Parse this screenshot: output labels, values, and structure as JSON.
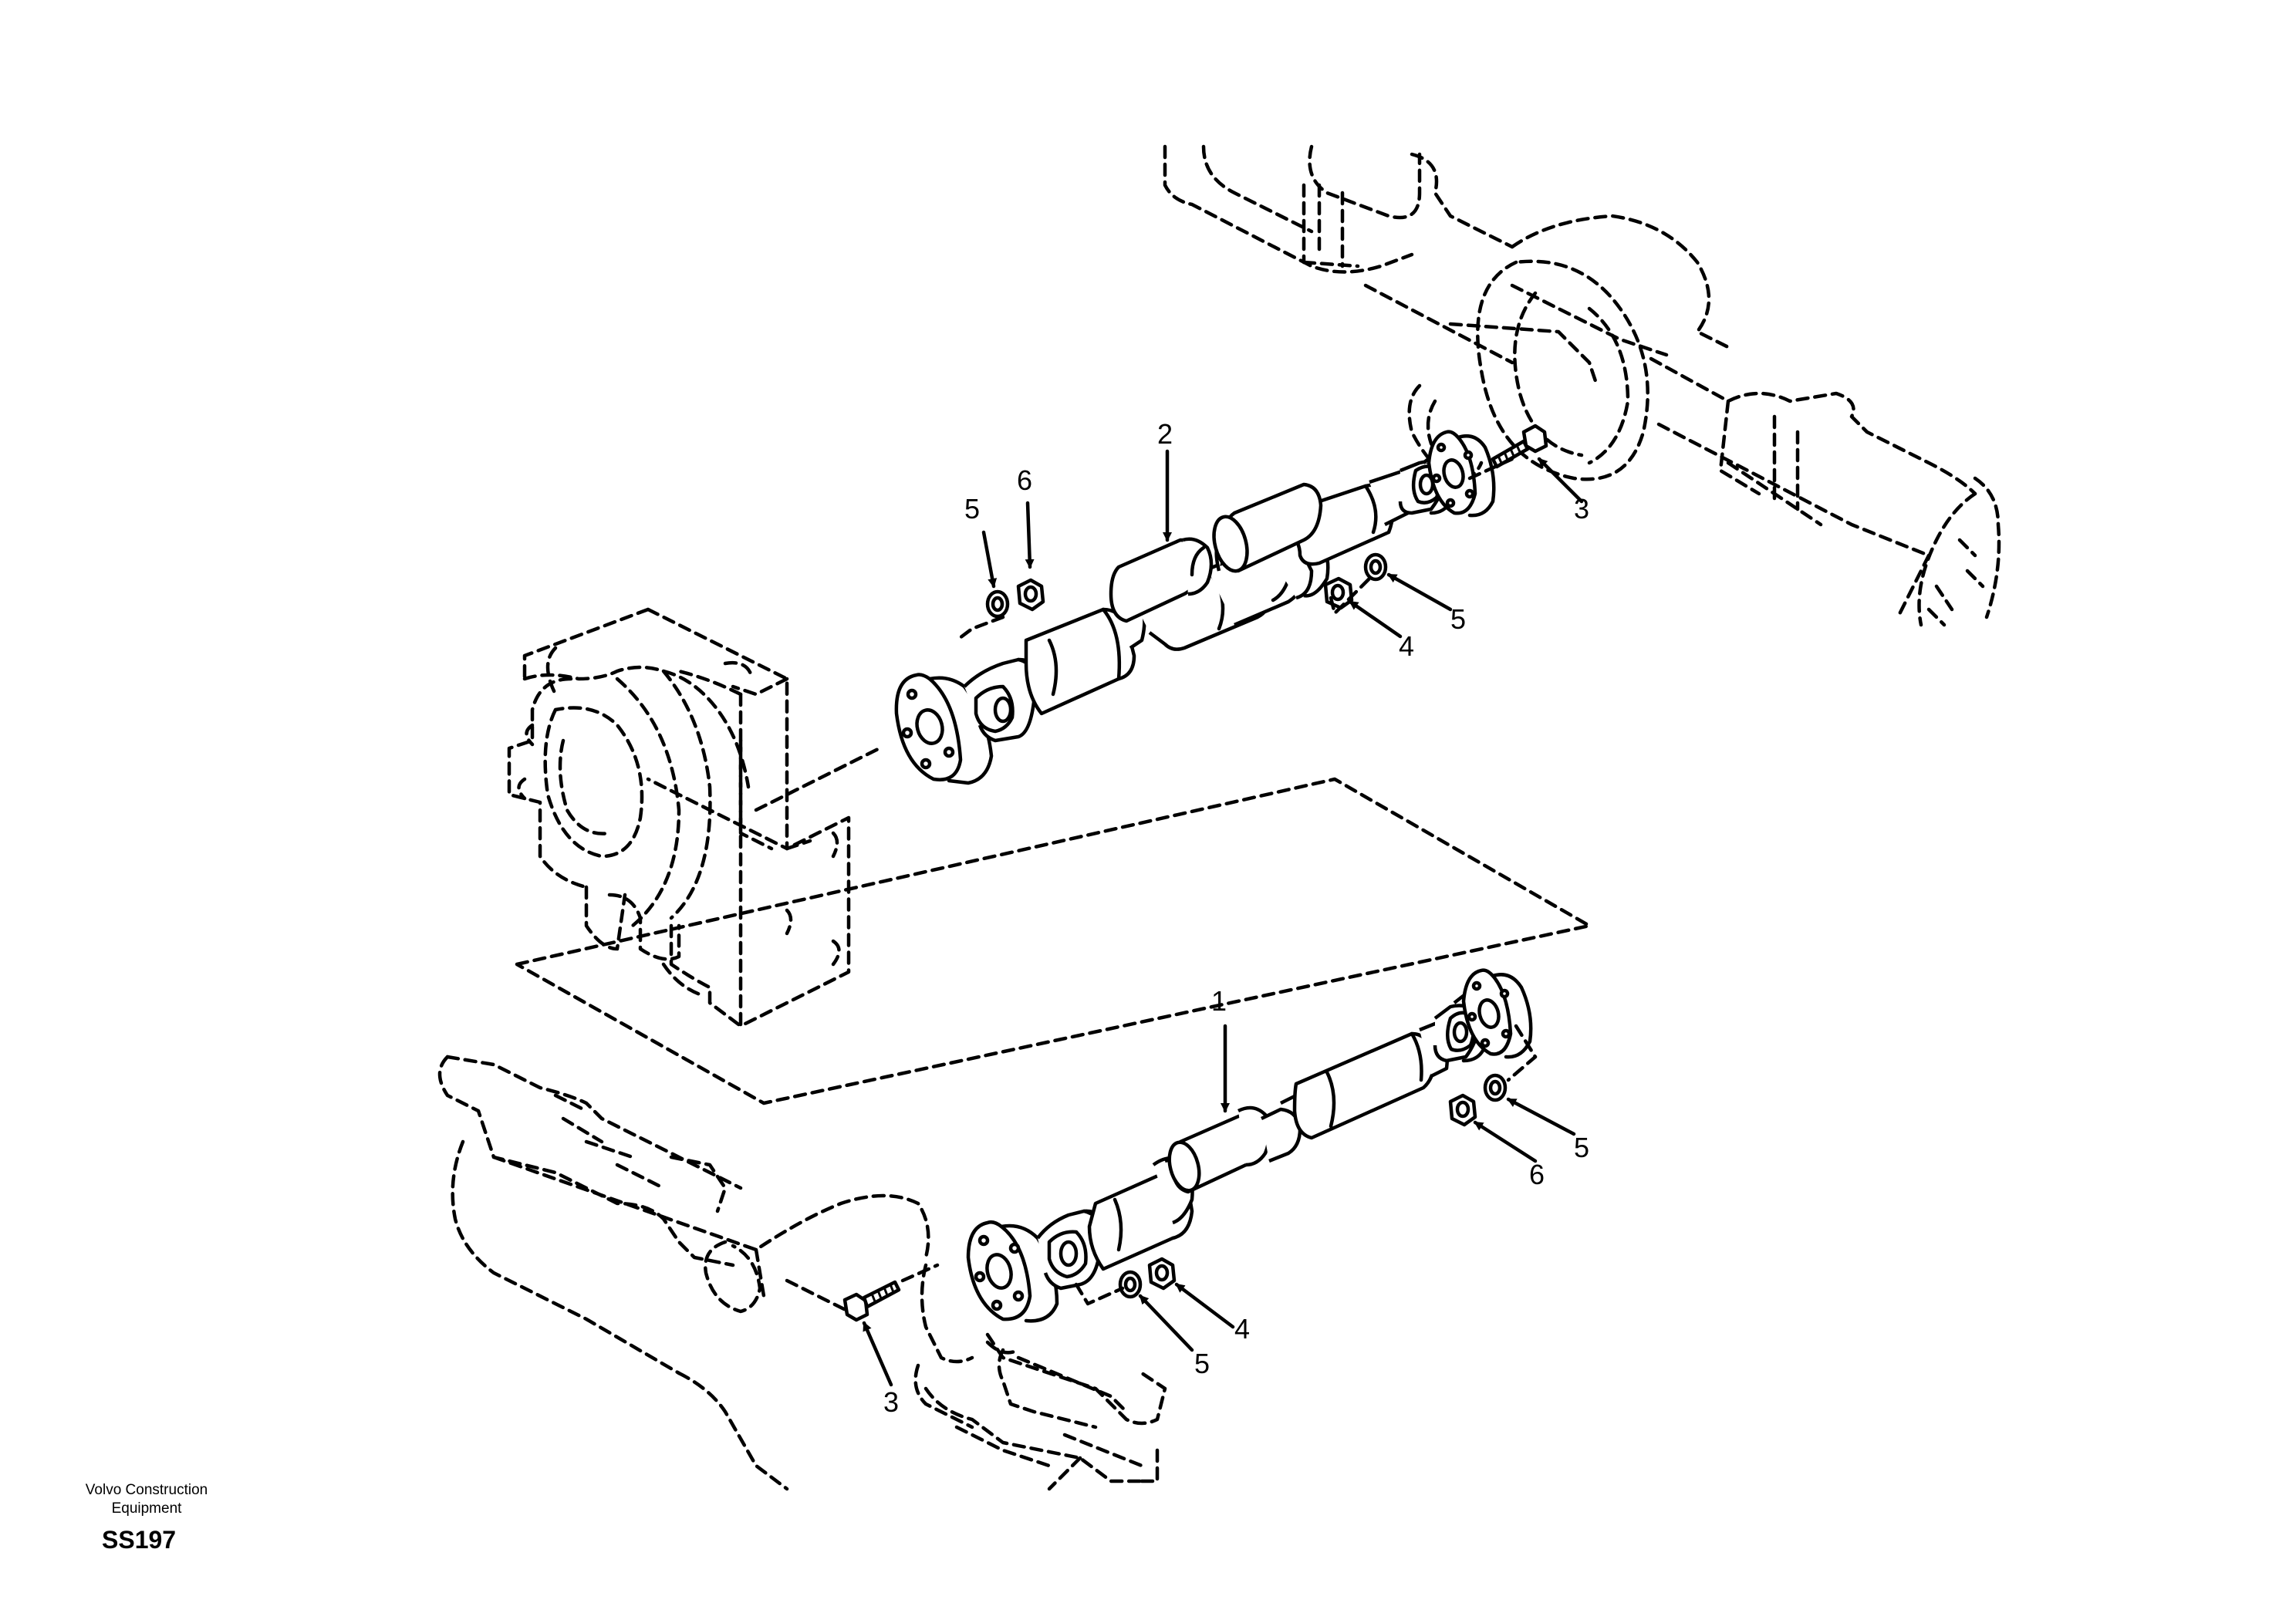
{
  "diagram": {
    "callouts": {
      "upper": {
        "shaft": "2",
        "washer_left": "5",
        "nut_left": "6",
        "bolt_right": "3",
        "washer_right": "5",
        "nut_right": "4"
      },
      "lower": {
        "shaft": "1",
        "washer_right": "5",
        "nut_right": "6",
        "bolt_left": "3",
        "washer_left": "5",
        "nut_left": "4"
      }
    }
  },
  "footer": {
    "company_line1": "Volvo Construction",
    "company_line2": "Equipment",
    "drawing_code": "SS197"
  }
}
